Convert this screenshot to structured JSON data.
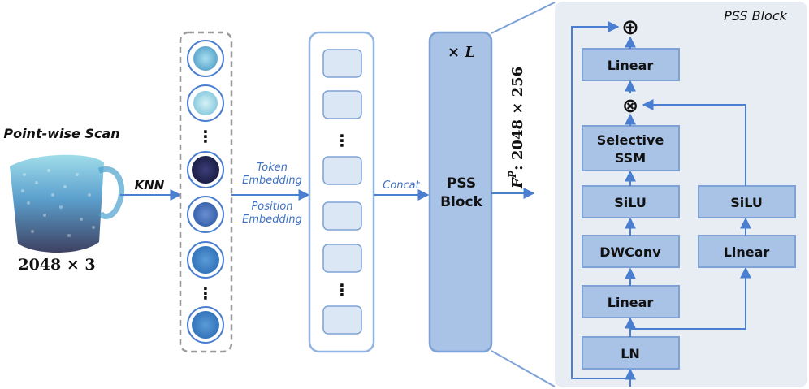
{
  "input": {
    "caption": "Point-wise Scan",
    "shape": "2048 × 3"
  },
  "knn_label": "KNN",
  "embed_labels": {
    "token_line1": "Token",
    "token_line2": "Embedding",
    "position_line1": "Position",
    "position_line2": "Embedding"
  },
  "concat_label": "Concat",
  "ellipsis": "⋮",
  "pss_stack": {
    "repeat": "× L",
    "line1": "PSS",
    "line2": "Block"
  },
  "feature": {
    "symbol": "F",
    "superscript": "P",
    "shape": ": 2048 × 256"
  },
  "pss_block": {
    "title": "PSS Block",
    "main_branch": {
      "ln": "LN",
      "linear_in": "Linear",
      "dwconv": "DWConv",
      "silu": "SiLU",
      "ssm_line1": "Selective",
      "ssm_line2": "SSM",
      "linear_out": "Linear"
    },
    "gate_branch": {
      "linear": "Linear",
      "silu": "SiLU"
    },
    "add_symbol": "⊕",
    "mul_symbol": "⊗"
  },
  "colors": {
    "box_fill": "#a8c3e6",
    "box_stroke": "#7ea2d6",
    "arrow": "#4a7ed0",
    "panel_bg": "#e8edf3",
    "token_fill": "#dce7f5",
    "column_stroke": "#93b3e0",
    "knn_dash": "#9a9a9a",
    "embed_text": "#3d72c4"
  }
}
